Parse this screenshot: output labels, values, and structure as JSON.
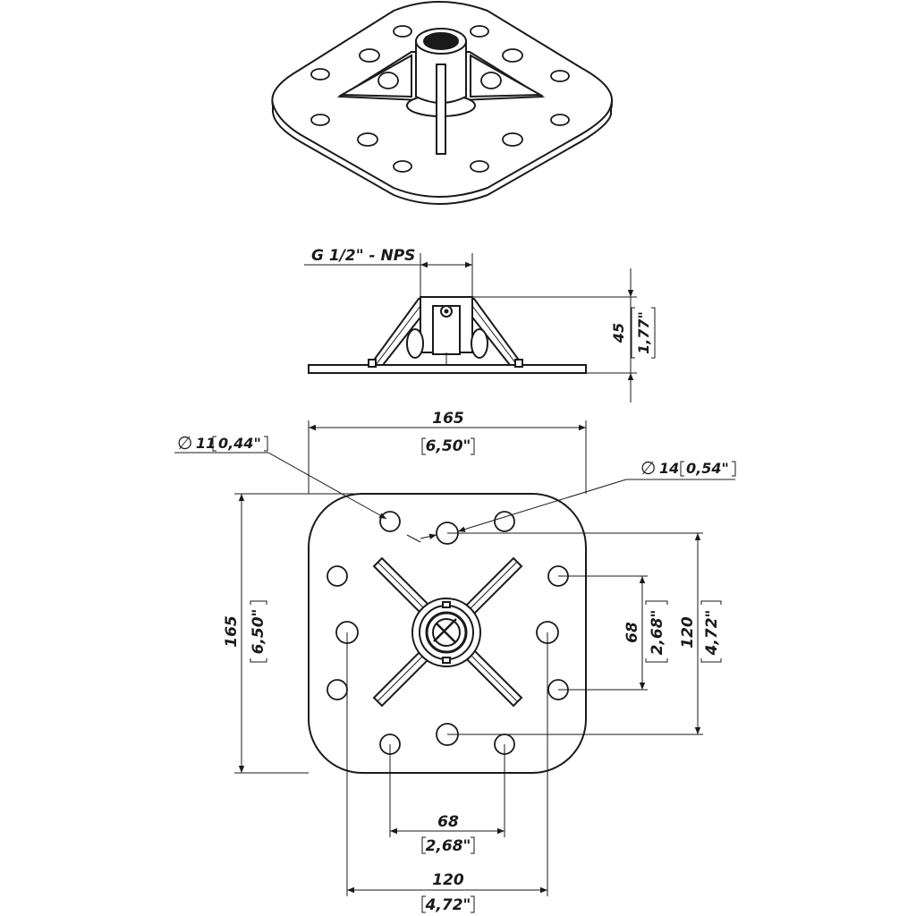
{
  "side_view": {
    "thread_label": "G 1/2\" - NPS",
    "height_mm": "45",
    "height_in": "1,77\""
  },
  "top_view": {
    "hole_small_symbol": "∅",
    "hole_small_mm": "11",
    "hole_small_in": "0,44\"",
    "hole_large_symbol": "∅",
    "hole_large_mm": "14",
    "hole_large_in": "0,54\"",
    "width_mm": "165",
    "width_in": "6,50\"",
    "height_mm": "165",
    "height_in": "6,50\"",
    "inner_v_mm": "68",
    "inner_v_in": "2,68\"",
    "outer_v_mm": "120",
    "outer_v_in": "4,72\"",
    "inner_h_mm": "68",
    "inner_h_in": "2,68\"",
    "outer_h_mm": "120",
    "outer_h_in": "4,72\""
  }
}
